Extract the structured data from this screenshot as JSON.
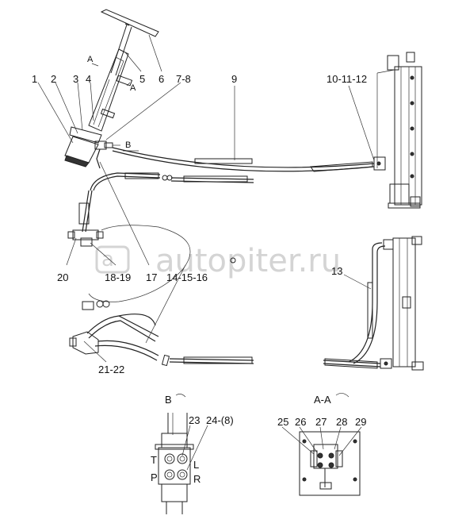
{
  "watermark": "autopiter.ru",
  "callouts": {
    "c1": "1",
    "c2": "2",
    "c3": "3",
    "c4": "4",
    "c5": "5",
    "c6": "6",
    "c78": "7-8",
    "c9": "9",
    "c101112": "10-11-12",
    "c13": "13",
    "c141516": "14-15-16",
    "c17": "17",
    "c1819": "18-19",
    "c20": "20",
    "c2122": "21-22",
    "c23": "23",
    "c24": "24-(8)",
    "c25": "25",
    "c26": "26",
    "c27": "27",
    "c28": "28",
    "c29": "29"
  },
  "section_marks": {
    "a_top": "A",
    "a_bottom": "A",
    "b_arrow": "B"
  },
  "views": {
    "view_b": "B",
    "view_aa": "A-A"
  },
  "ports": {
    "t": "T",
    "p": "P",
    "l": "L",
    "r": "R"
  }
}
